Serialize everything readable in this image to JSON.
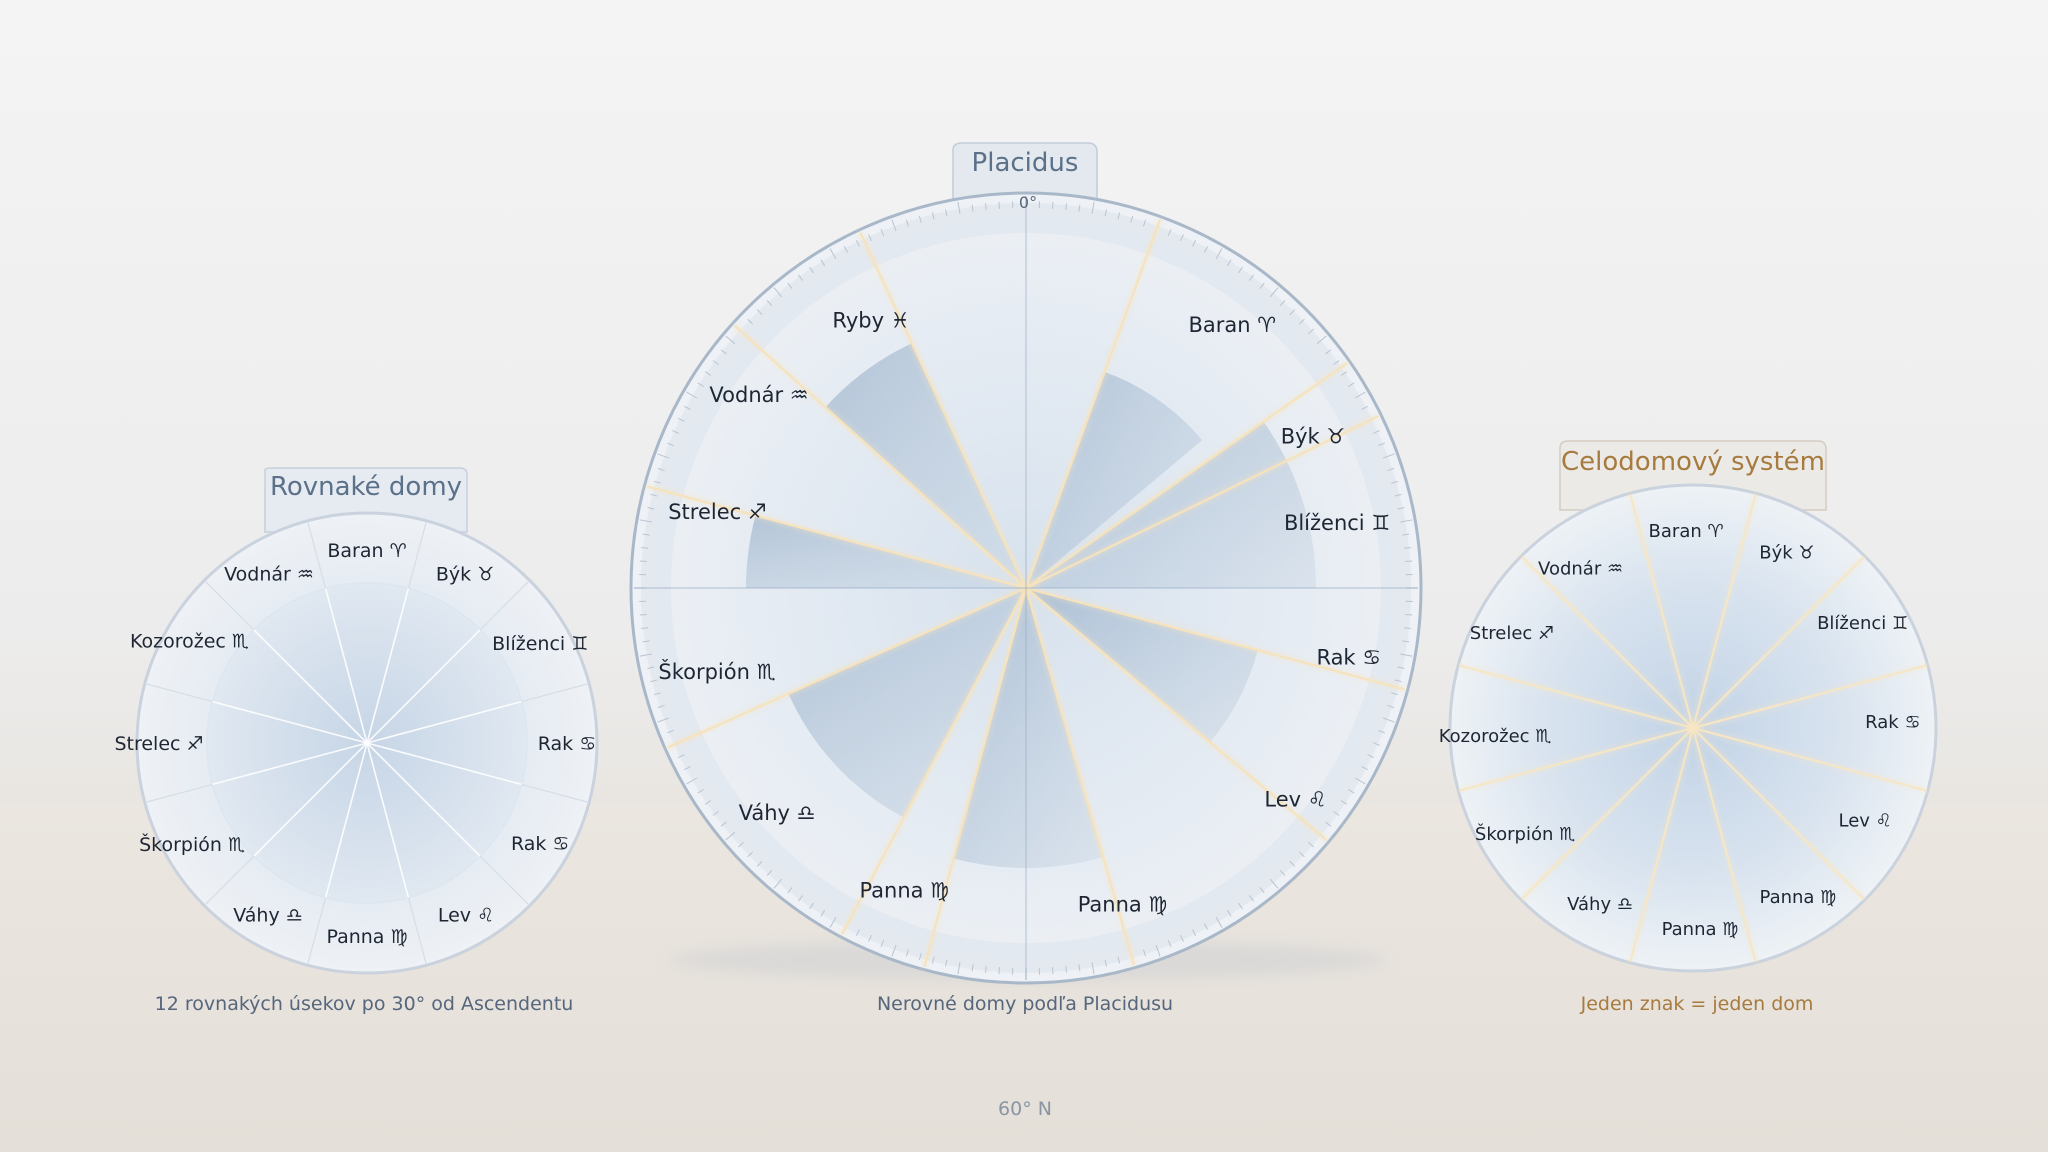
{
  "colors": {
    "title_blue": "#5b7089",
    "title_gold": "#a77a3e",
    "caption_blue": "#56667c",
    "caption_gold": "#a77a3e",
    "wedge_blue": "#9bb3cc",
    "glow_gold": "#f0d9a8"
  },
  "wheels": [
    {
      "id": "equal",
      "title": "Rovnaké domy",
      "caption": "12 rovnakých úsekov po 30° od Ascendentu",
      "signs": [
        "Baran ♈",
        "Býk ♉",
        "Blíženci ♊",
        "Rak ♋",
        "Rak ♋",
        "Lev ♌",
        "Panna ♍",
        "Váhy ♎",
        "Škorpión ♏",
        "Strelec ♐",
        "Kozorožec ♏",
        "Vodnár ♒"
      ]
    },
    {
      "id": "placidus",
      "title": "Placidus",
      "top_marker": "0°",
      "caption": "Nerovné domy podľa Placidusu",
      "signs": [
        "Baran ♈",
        "Býk ♉",
        "Blíženci ♊",
        "Rak ♋",
        "Lev ♌",
        "Panna ♍",
        "Panna ♍",
        "Váhy ♎",
        "Škorpión ♏",
        "Strelec ♐",
        "Vodnár ♒",
        "Ryby ♓"
      ]
    },
    {
      "id": "whole",
      "title": "Celodomový systém",
      "caption": "Jeden znak = jeden dom",
      "signs": [
        "Baran ♈",
        "Býk ♉",
        "Blíženci ♊",
        "Rak ♋",
        "Lev ♌",
        "Panna ♍",
        "Panna ♍",
        "Váhy ♎",
        "Škorpión ♏",
        "Kozorožec ♏",
        "Strelec ♐",
        "Vodnár ♒"
      ]
    }
  ],
  "latitude": "60° N"
}
